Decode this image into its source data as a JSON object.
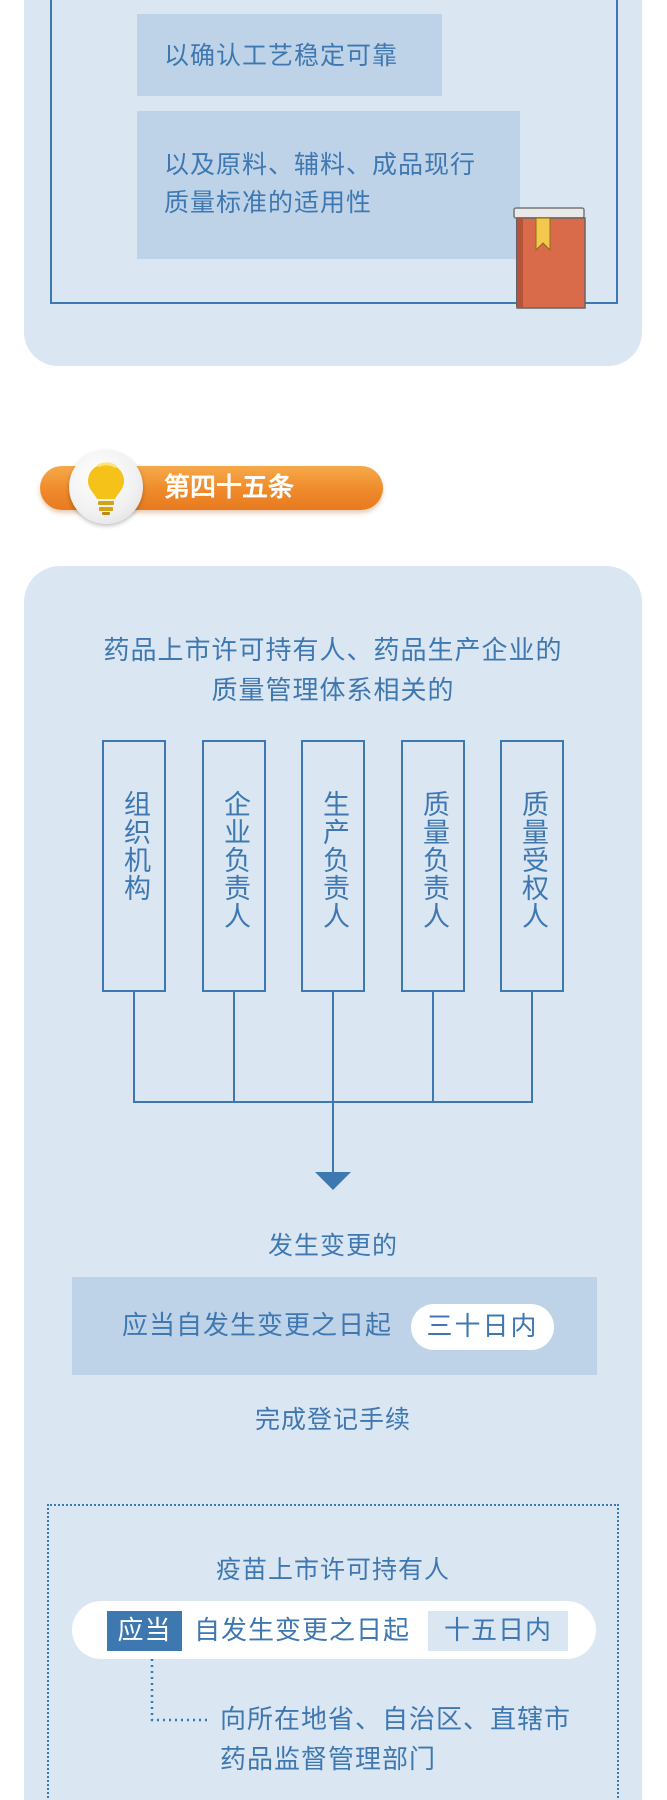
{
  "top_section": {
    "line_1": "以确认工艺稳定可靠",
    "line_2a": "以及原料、辅料、成品现行",
    "line_2b": "质量标准的适用性",
    "book_icon": "book-icon"
  },
  "article": {
    "title": "第四十五条",
    "icon": "lightbulb-icon"
  },
  "main": {
    "intro_1": "药品上市许可持有人、药品生产企业的",
    "intro_2": "质量管理体系相关的",
    "roles": [
      "组织机构",
      "企业负责人",
      "生产负责人",
      "质量负责人",
      "质量受权人"
    ],
    "change_label": "发生变更的",
    "deadline_text": "应当自发生变更之日起",
    "deadline_days": "三十日内",
    "complete_label": "完成登记手续"
  },
  "vaccine": {
    "title": "疫苗上市许可持有人",
    "should": "应当",
    "since": "自发生变更之日起",
    "days": "十五日内",
    "report_1": "向所在地省、自治区、直辖市",
    "report_2": "药品监督管理部门"
  },
  "colors": {
    "panel": "#dae6f2",
    "box": "#bfd3e8",
    "line": "#3d78b0",
    "text": "#3f78b0",
    "accent_orange": "#ef8a2a"
  }
}
